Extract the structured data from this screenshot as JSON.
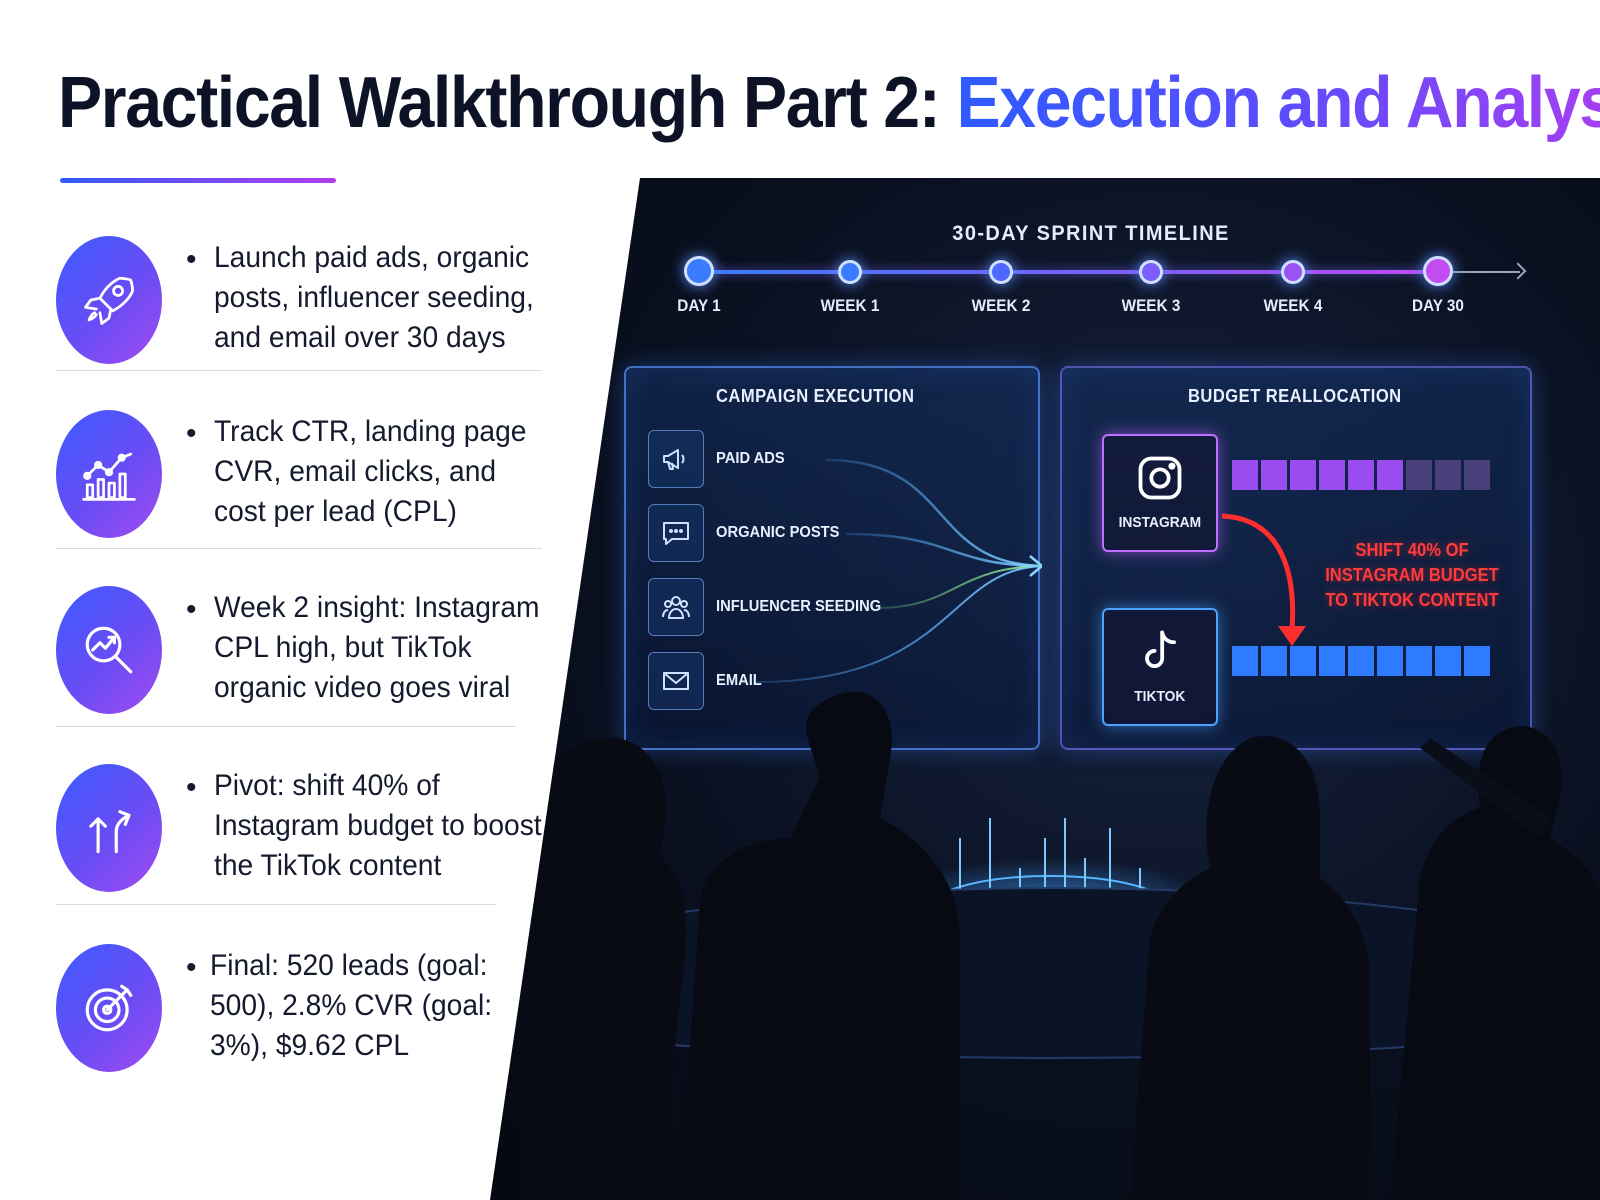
{
  "title": {
    "part1": "Practical Walkthrough Part 2: ",
    "part2": "Execution and Analysis"
  },
  "steps": [
    {
      "icon": "rocket-icon",
      "text": "Launch paid ads, organic posts, influencer seeding, and email over 30 days"
    },
    {
      "icon": "bar-chart-icon",
      "text": "Track CTR, landing page CVR, email clicks, and cost per lead (CPL)"
    },
    {
      "icon": "magnifier-chart-icon",
      "text": "Week 2 insight: Instagram CPL high, but TikTok organic video goes viral"
    },
    {
      "icon": "split-arrows-icon",
      "text": "Pivot: shift 40% of Instagram budget to boost the TikTok content"
    },
    {
      "icon": "target-icon",
      "text": "Final: 520 leads (goal: 500), 2.8% CVR (goal: 3%), $9.62 CPL"
    }
  ],
  "bullet": "•",
  "timeline": {
    "title": "30-DAY SPRINT TIMELINE",
    "points": [
      "DAY 1",
      "WEEK 1",
      "WEEK 2",
      "WEEK 3",
      "WEEK 4",
      "DAY 30"
    ]
  },
  "execution": {
    "title": "CAMPAIGN EXECUTION",
    "channels": [
      {
        "icon": "megaphone-icon",
        "label": "PAID ADS"
      },
      {
        "icon": "chat-icon",
        "label": "ORGANIC POSTS"
      },
      {
        "icon": "people-icon",
        "label": "INFLUENCER SEEDING"
      },
      {
        "icon": "mail-icon",
        "label": "EMAIL"
      }
    ]
  },
  "budget": {
    "title": "BUDGET REALLOCATION",
    "instagram_label": "INSTAGRAM",
    "tiktok_label": "TIKTOK",
    "shift_note": "SHIFT 40% OF INSTAGRAM BUDGET TO TIKTOK CONTENT",
    "instagram_bar_segments": 9,
    "instagram_bar_filled": 6,
    "tiktok_bar_segments": 9,
    "tiktok_bar_filled": 9
  },
  "colors": {
    "accent_blue": "#2f5bff",
    "accent_purple": "#b23cf0",
    "alert_red": "#ff3b3b"
  }
}
